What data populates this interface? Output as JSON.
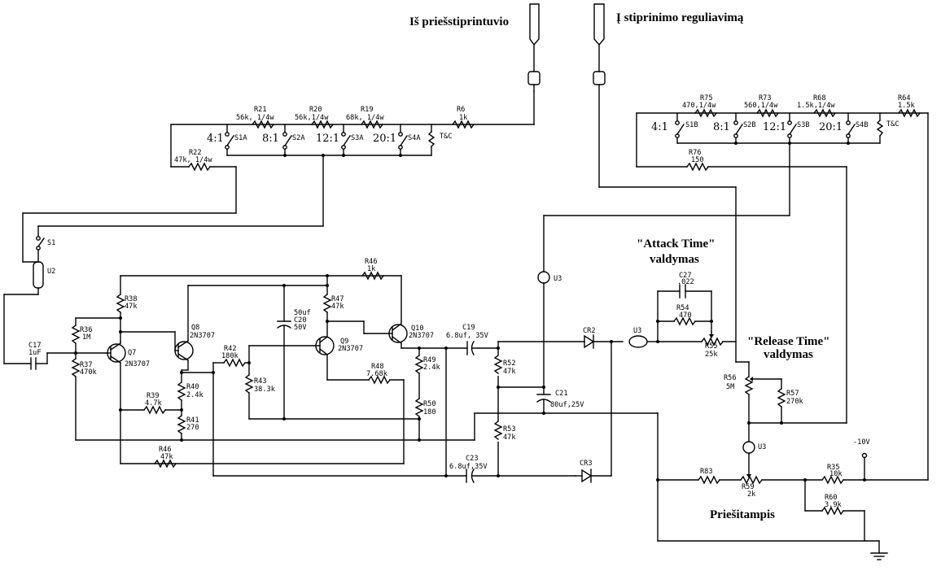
{
  "titles": {
    "from_preamp": "Iš priešstiprintuvio",
    "to_gain": "Į stiprinimo reguliavimą",
    "attack_line1": "\"Attack Time\"",
    "attack_line2": "valdymas",
    "release_line1": "\"Release Time\"",
    "release_line2": "valdymas",
    "bias": "Priešitampis"
  },
  "switch_labels": {
    "r1": "4:1",
    "r2": "8:1",
    "r3": "12:1",
    "r4": "20:1",
    "tc": "T&C",
    "tc2": "T&C"
  },
  "designators": {
    "s1a": "S1A",
    "s2a": "S2A",
    "s3a": "S3A",
    "s4a": "S4A",
    "s1b": "S1B",
    "s2b": "S2B",
    "s3b": "S3B",
    "s4b": "S4B",
    "s1": "S1",
    "u2": "U2",
    "u3a": "U3",
    "u3b": "U3",
    "u3c": "U3"
  },
  "resistors": {
    "r21": {
      "ref": "R21",
      "val": "56k, 1/4w"
    },
    "r20": {
      "ref": "R20",
      "val": "56k,1/4w"
    },
    "r19": {
      "ref": "R19",
      "val": "68k, 1/4w"
    },
    "r6": {
      "ref": "R6",
      "val": "1k"
    },
    "r22": {
      "ref": "R22",
      "val": "47k, 1/4w"
    },
    "r75": {
      "ref": "R75",
      "val": "470,1/4w"
    },
    "r73": {
      "ref": "R73",
      "val": "560,1/4w"
    },
    "r68": {
      "ref": "R68",
      "val": "1.5k,1/4w"
    },
    "r64": {
      "ref": "R64",
      "val": "1.5k"
    },
    "r76": {
      "ref": "R76",
      "val": "150"
    },
    "r46a": {
      "ref": "R46",
      "val": "1k"
    },
    "r38": {
      "ref": "R38",
      "val": "47k"
    },
    "r36": {
      "ref": "R36",
      "val": "1M"
    },
    "r37": {
      "ref": "R37",
      "val": "470k"
    },
    "r47": {
      "ref": "R47",
      "val": "47k"
    },
    "r42": {
      "ref": "R42",
      "val": "180k"
    },
    "r43": {
      "ref": "R43",
      "val": "38.3k"
    },
    "r40": {
      "ref": "R40",
      "val": "2.4k"
    },
    "r39": {
      "ref": "R39",
      "val": "4.7k"
    },
    "r41": {
      "ref": "R41",
      "val": "270"
    },
    "r46b": {
      "ref": "R46",
      "val": "47k"
    },
    "r48": {
      "ref": "R48",
      "val": "7.68k"
    },
    "r49": {
      "ref": "R49",
      "val": "2.4k"
    },
    "r50": {
      "ref": "R50",
      "val": "180"
    },
    "r52": {
      "ref": "R52",
      "val": "47k"
    },
    "r53": {
      "ref": "R53",
      "val": "47k"
    },
    "r54": {
      "ref": "R54",
      "val": "470"
    },
    "r55": {
      "ref": "R55",
      "val": "25k"
    },
    "r56": {
      "ref": "R56",
      "val": "5M"
    },
    "r57": {
      "ref": "R57",
      "val": "270k"
    },
    "r83": {
      "ref": "R83",
      "val": ""
    },
    "r59": {
      "ref": "R59",
      "val": "2k"
    },
    "r35": {
      "ref": "R35",
      "val": "10k"
    },
    "r60": {
      "ref": "R60",
      "val": "3.9k"
    }
  },
  "capacitors": {
    "c17": {
      "ref": "C17",
      "val": "1uF"
    },
    "c20": {
      "ref": "C20",
      "val": "50V",
      "val2": "50uf"
    },
    "c19": {
      "ref": "C19",
      "val": "6.8uf, 35V"
    },
    "c21": {
      "ref": "C21",
      "val": "80uf,25V"
    },
    "c23": {
      "ref": "C23",
      "val": "6.8uf,35V"
    },
    "c27": {
      "ref": "C27",
      "val": ".022"
    }
  },
  "transistors": {
    "q7": {
      "ref": "Q7",
      "part": "2N3707"
    },
    "q8": {
      "ref": "Q8",
      "part": "2N3707"
    },
    "q9": {
      "ref": "Q9",
      "part": "2N3707"
    },
    "q10": {
      "ref": "Q10",
      "part": "2N3707"
    }
  },
  "diodes": {
    "cr2": "CR2",
    "cr3": "CR3"
  },
  "supply": {
    "neg": "-10V"
  }
}
